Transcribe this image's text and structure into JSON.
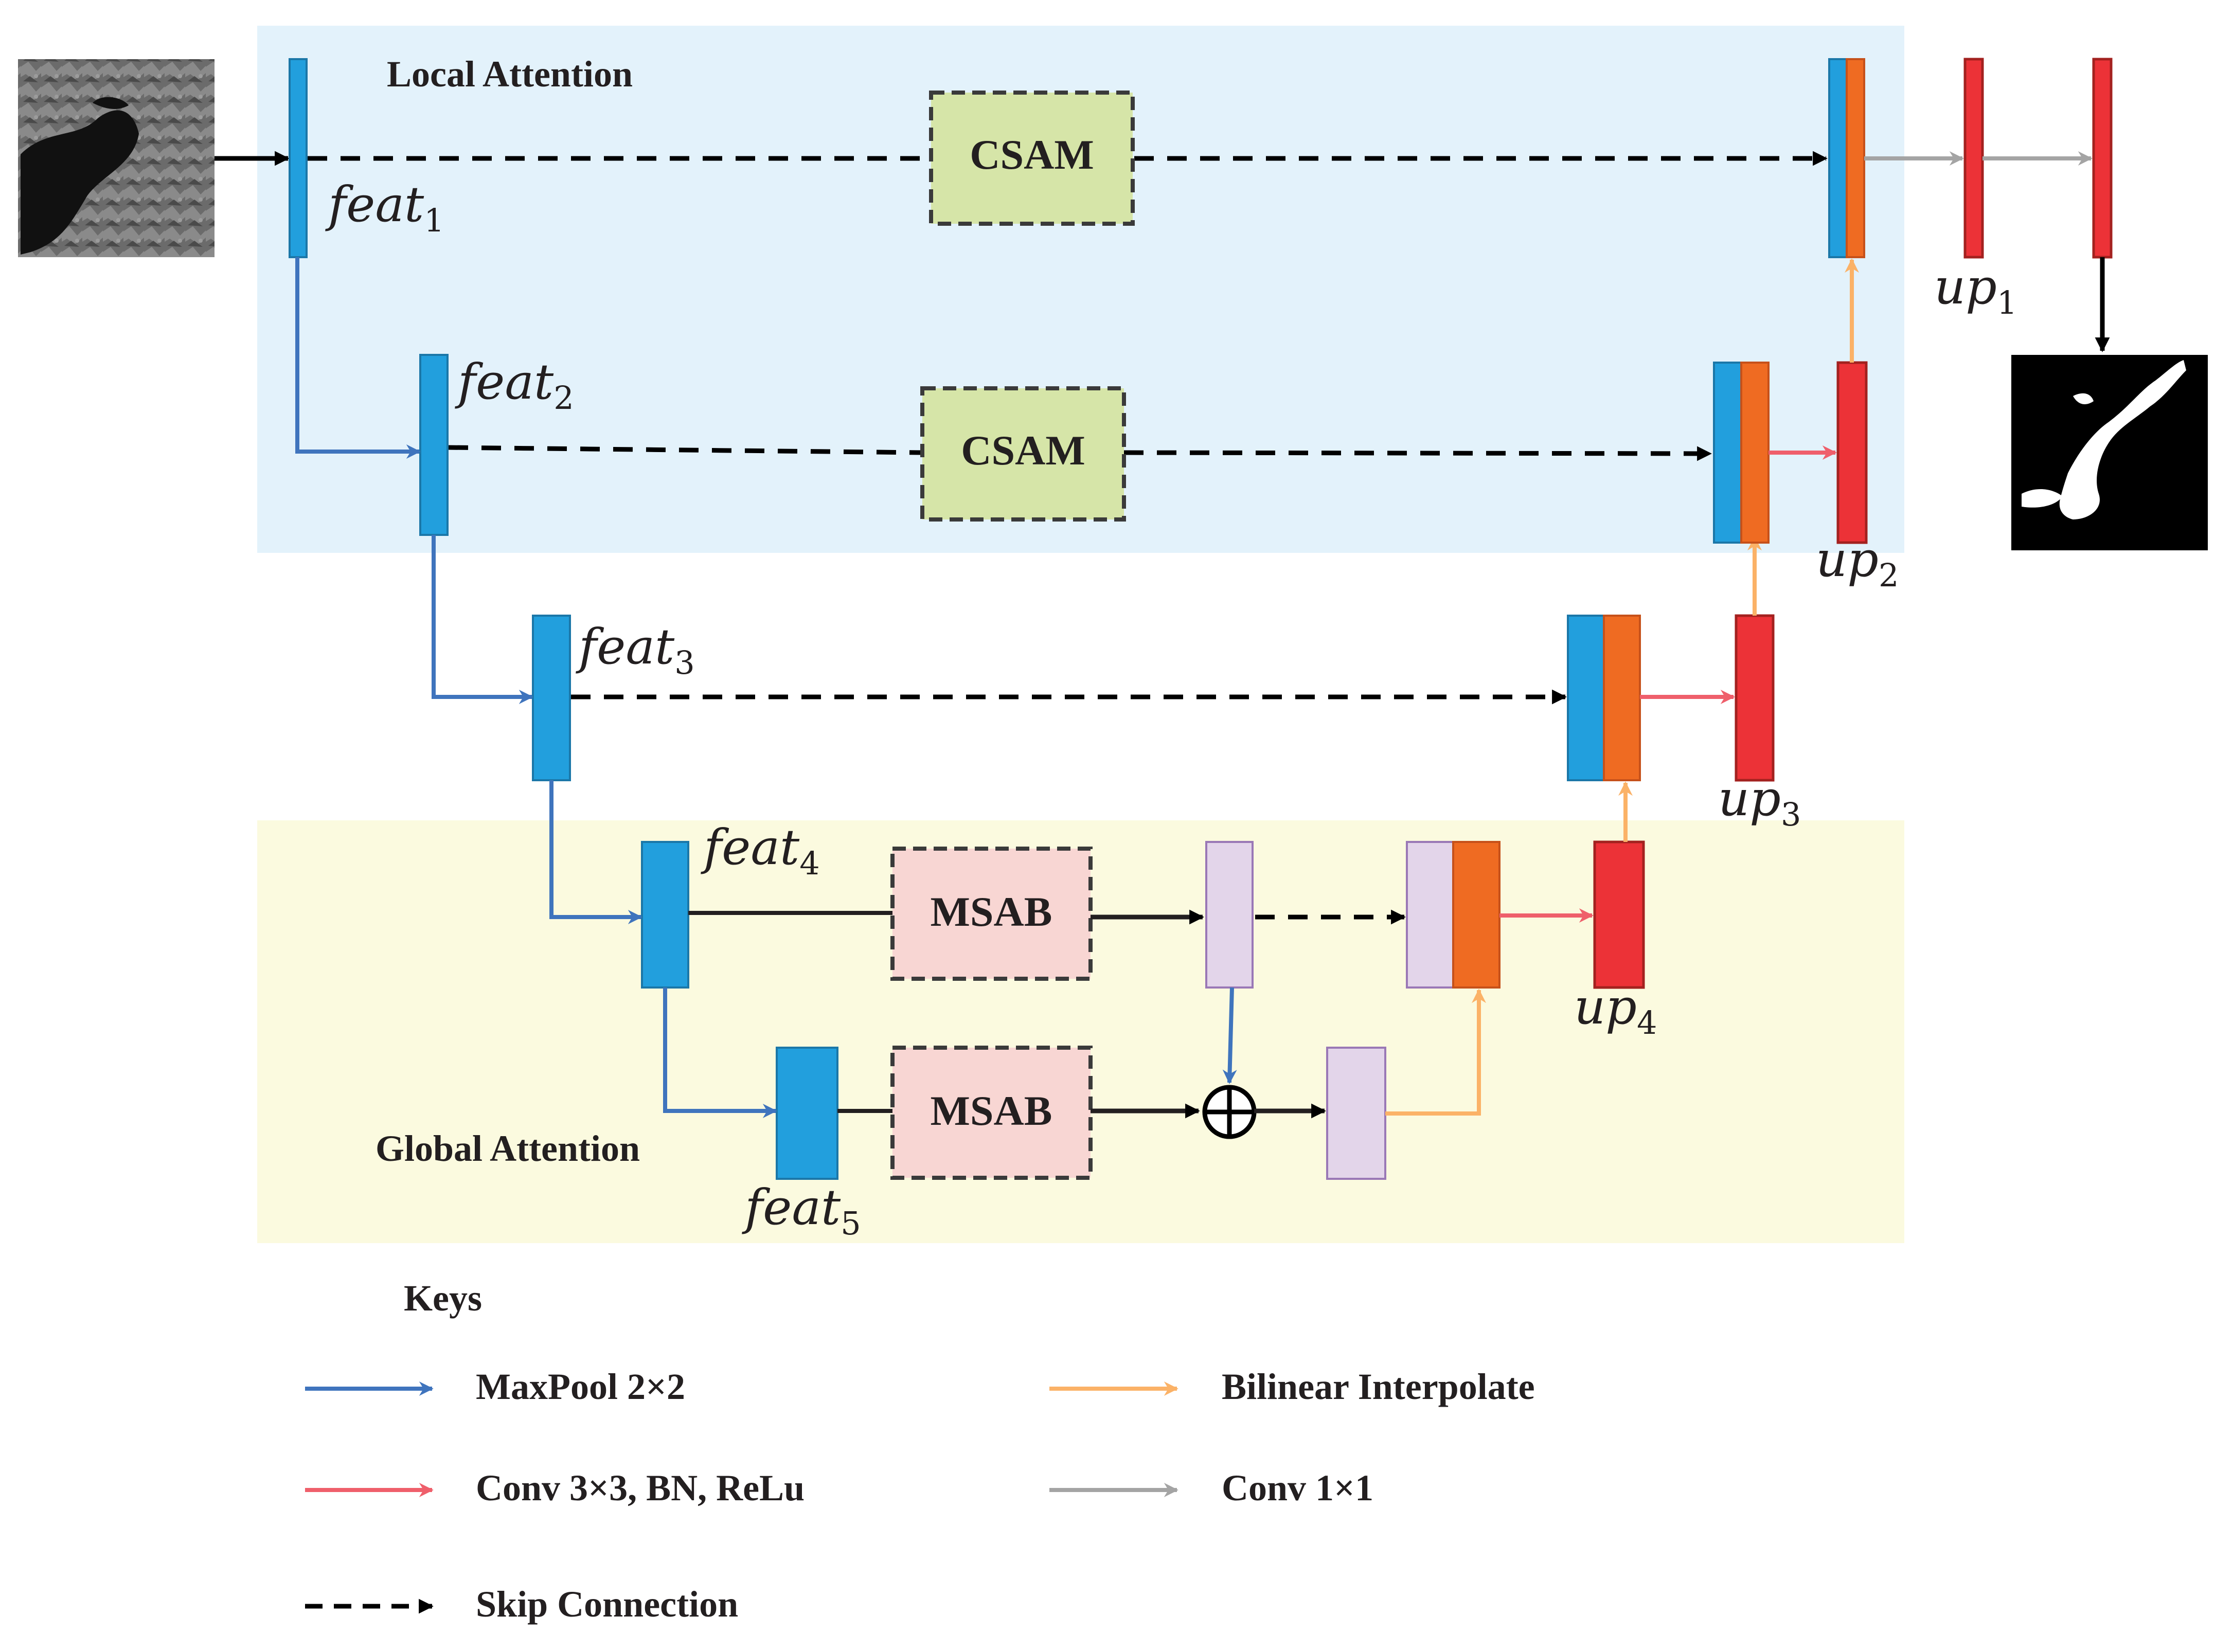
{
  "regions": {
    "local_attention": "Local Attention",
    "global_attention": "Global Attention"
  },
  "features": [
    {
      "base": "feat",
      "sub": "1"
    },
    {
      "base": "feat",
      "sub": "2"
    },
    {
      "base": "feat",
      "sub": "3"
    },
    {
      "base": "feat",
      "sub": "4"
    },
    {
      "base": "feat",
      "sub": "5"
    }
  ],
  "ups": [
    {
      "base": "up",
      "sub": "1"
    },
    {
      "base": "up",
      "sub": "2"
    },
    {
      "base": "up",
      "sub": "3"
    },
    {
      "base": "up",
      "sub": "4"
    }
  ],
  "modules": {
    "csam": "CSAM",
    "msab": "MSAB",
    "sum_symbol": "⊕"
  },
  "keys": {
    "title": "Keys",
    "maxpool": "MaxPool 2×2",
    "bilinear": "Bilinear Interpolate",
    "conv3": "Conv 3×3, BN, ReLu",
    "conv1": "Conv 1×1",
    "skip": "Skip Connection"
  },
  "colors": {
    "local_bg": "#e3f2fb",
    "global_bg": "#fbfadf",
    "encoder_blue": "#229fdd",
    "decoder_orange": "#ef6b22",
    "up_red": "#ec3237",
    "lavender": "#e3d5ea",
    "csam_fill": "#d6e5a8",
    "msab_fill": "#f8d6d3",
    "maxpool_arrow": "#3f74bd",
    "conv3_arrow": "#ef5f6b",
    "bilinear_arrow": "#fbb267",
    "conv1_arrow": "#a4a4a4",
    "skip_arrow": "#000000"
  },
  "images": {
    "input": "satellite-input-image",
    "output": "segmentation-mask-output"
  }
}
